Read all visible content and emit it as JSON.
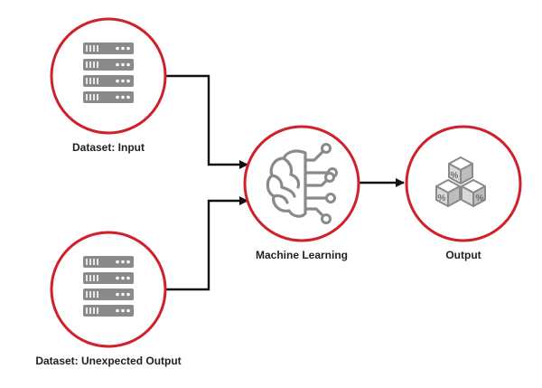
{
  "nodes": {
    "input": {
      "label": "Dataset: Input",
      "icon": "server-rack-icon"
    },
    "unexpected": {
      "label": "Dataset: Unexpected Output",
      "icon": "server-rack-icon"
    },
    "ml": {
      "label": "Machine Learning",
      "icon": "ai-brain-circuit-icon"
    },
    "output": {
      "label": "Output",
      "icon": "percent-cubes-icon"
    }
  },
  "icon_glyphs": {
    "percent": "%"
  },
  "colors": {
    "ring": "#d0202a",
    "icon": "#8a8a8a",
    "arrow": "#111111",
    "label": "#222222"
  }
}
